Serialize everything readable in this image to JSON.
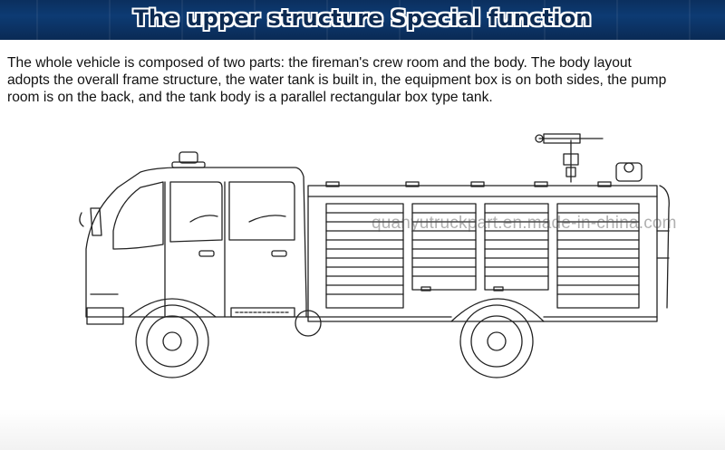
{
  "banner": {
    "title": "The upper structure Special function",
    "background_color": "#0b2f5e",
    "text_color": "#0c2a52"
  },
  "description": {
    "lines": [
      "The whole vehicle is composed of two parts: the fireman's crew room and the body. The body layout",
      "adopts the overall frame structure, the water tank is built in, the equipment box is on both sides, the pump",
      "room is on the back, and the tank body is a parallel rectangular box type tank."
    ]
  },
  "illustration": {
    "subject": "fire-truck-line-drawing",
    "watermark": "quanyutruckpart.en.made-in-china.com"
  }
}
